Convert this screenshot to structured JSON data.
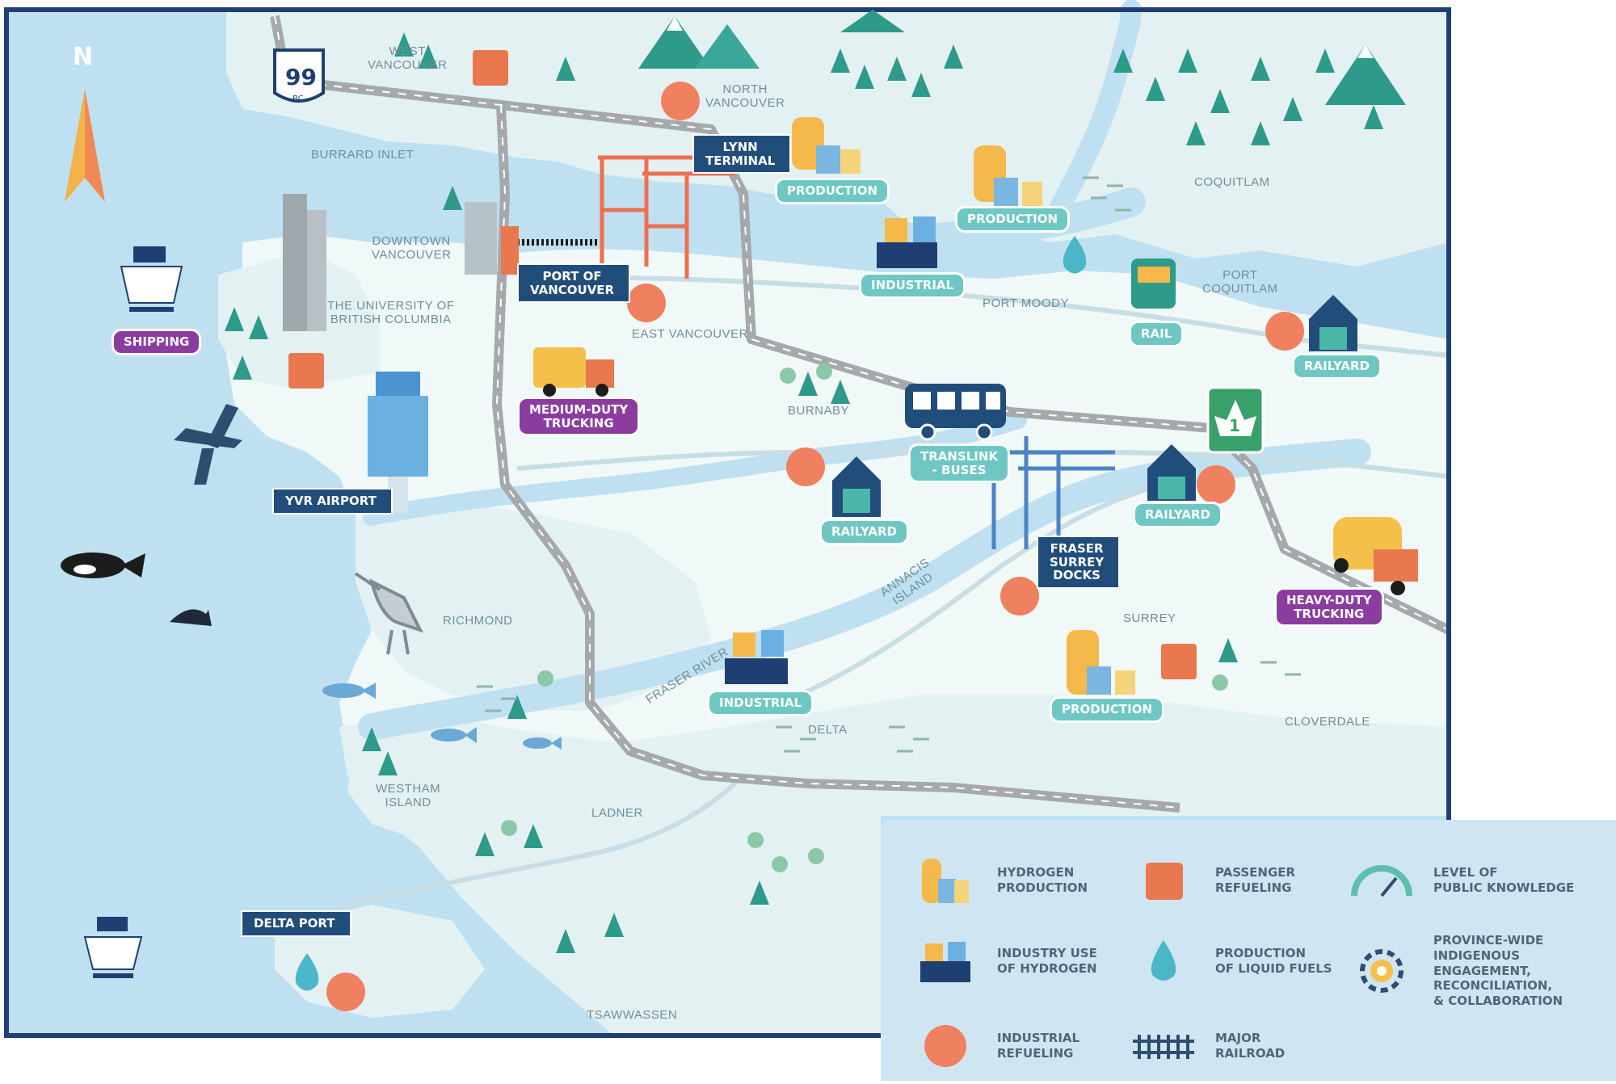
{
  "map": {
    "north_label": "N",
    "highway_99": "99",
    "highway_99_sub": "BC",
    "highway_1": "1",
    "places": [
      {
        "id": "west-vancouver",
        "text": "WEST\nVANCOUVER"
      },
      {
        "id": "north-vancouver",
        "text": "NORTH\nVANCOUVER"
      },
      {
        "id": "burrard-inlet",
        "text": "BURRARD INLET"
      },
      {
        "id": "downtown-vancouver",
        "text": "DOWNTOWN\nVANCOUVER"
      },
      {
        "id": "ubc",
        "text": "THE UNIVERSITY OF\nBRITISH COLUMBIA"
      },
      {
        "id": "east-vancouver",
        "text": "EAST VANCOUVER"
      },
      {
        "id": "coquitlam",
        "text": "COQUITLAM"
      },
      {
        "id": "port-moody",
        "text": "PORT MOODY"
      },
      {
        "id": "port-coquitlam",
        "text": "PORT\nCOQUITLAM"
      },
      {
        "id": "burnaby",
        "text": "BURNABY"
      },
      {
        "id": "annacis-island",
        "text": "ANNACIS\nISLAND"
      },
      {
        "id": "richmond",
        "text": "RICHMOND"
      },
      {
        "id": "fraser-river",
        "text": "FRASER RIVER"
      },
      {
        "id": "surrey",
        "text": "SURREY"
      },
      {
        "id": "delta",
        "text": "DELTA"
      },
      {
        "id": "cloverdale",
        "text": "CLOVERDALE"
      },
      {
        "id": "westham-island",
        "text": "WESTHAM\nISLAND"
      },
      {
        "id": "ladner",
        "text": "LADNER"
      },
      {
        "id": "tsawwassen",
        "text": "TSAWWASSEN"
      }
    ],
    "pills": [
      {
        "id": "production-1",
        "text": "PRODUCTION",
        "style": "teal"
      },
      {
        "id": "production-2",
        "text": "PRODUCTION",
        "style": "teal"
      },
      {
        "id": "production-3",
        "text": "PRODUCTION",
        "style": "teal"
      },
      {
        "id": "industrial-1",
        "text": "INDUSTRIAL",
        "style": "teal"
      },
      {
        "id": "industrial-2",
        "text": "INDUSTRIAL",
        "style": "teal"
      },
      {
        "id": "rail",
        "text": "RAIL",
        "style": "teal"
      },
      {
        "id": "railyard-1",
        "text": "RAILYARD",
        "style": "teal"
      },
      {
        "id": "railyard-2",
        "text": "RAILYARD",
        "style": "teal"
      },
      {
        "id": "railyard-3",
        "text": "RAILYARD",
        "style": "teal"
      },
      {
        "id": "translink",
        "text": "TRANSLINK\n- BUSES",
        "style": "teal"
      },
      {
        "id": "shipping",
        "text": "SHIPPING",
        "style": "purple"
      },
      {
        "id": "medium-duty",
        "text": "MEDIUM-DUTY\nTRUCKING",
        "style": "purple"
      },
      {
        "id": "heavy-duty",
        "text": "HEAVY-DUTY\nTRUCKING",
        "style": "purple"
      }
    ],
    "flags": [
      {
        "id": "lynn-terminal",
        "text": "LYNN\nTERMINAL"
      },
      {
        "id": "port-of-vancouver",
        "text": "PORT OF\nVANCOUVER"
      },
      {
        "id": "yvr-airport",
        "text": "YVR AIRPORT"
      },
      {
        "id": "fraser-surrey-docks",
        "text": "FRASER\nSURREY\nDOCKS"
      },
      {
        "id": "delta-port",
        "text": "DELTA PORT"
      }
    ]
  },
  "legend": {
    "hydrogen_production": "HYDROGEN\nPRODUCTION",
    "passenger_refueling": "PASSENGER\nREFUELING",
    "public_knowledge": "LEVEL OF\nPUBLIC KNOWLEDGE",
    "industry_use": "INDUSTRY USE\nOF HYDROGEN",
    "liquid_fuels": "PRODUCTION\nOF LIQUID FUELS",
    "indigenous": "PROVINCE-WIDE\nINDIGENOUS\nENGAGEMENT,\nRECONCILIATION,\n& COLLABORATION",
    "industrial_refueling": "INDUSTRIAL\nREFUELING",
    "major_railroad": "MAJOR\nRAILROAD"
  },
  "colors": {
    "water": "#bfe0f1",
    "land": "#e4f1f2",
    "land_light": "#f1f8f8",
    "road": "#a5a9ac",
    "frame": "#1f3f73",
    "teal": "#6ec7c2",
    "purple": "#8b3c9f",
    "navy": "#214d7a",
    "orange_circle": "#ef8060",
    "orange_square": "#e9784f",
    "tree": "#2e9a8a"
  }
}
